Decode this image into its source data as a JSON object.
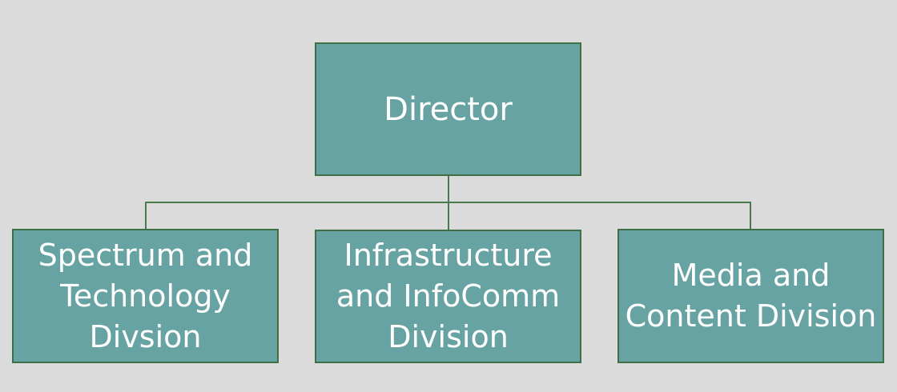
{
  "chart": {
    "nodes": {
      "director": "Director",
      "spectrum": "Spectrum and\nTechnology\nDivsion",
      "infrastructure": "Infrastructure\nand InfoComm\nDivision",
      "media": "Media and\nContent Division"
    }
  },
  "colors": {
    "background": "#dbdbdb",
    "box_fill": "#67a3a3",
    "box_border": "#3f6f45",
    "connector": "#4a7a4d",
    "text": "#ffffff"
  }
}
